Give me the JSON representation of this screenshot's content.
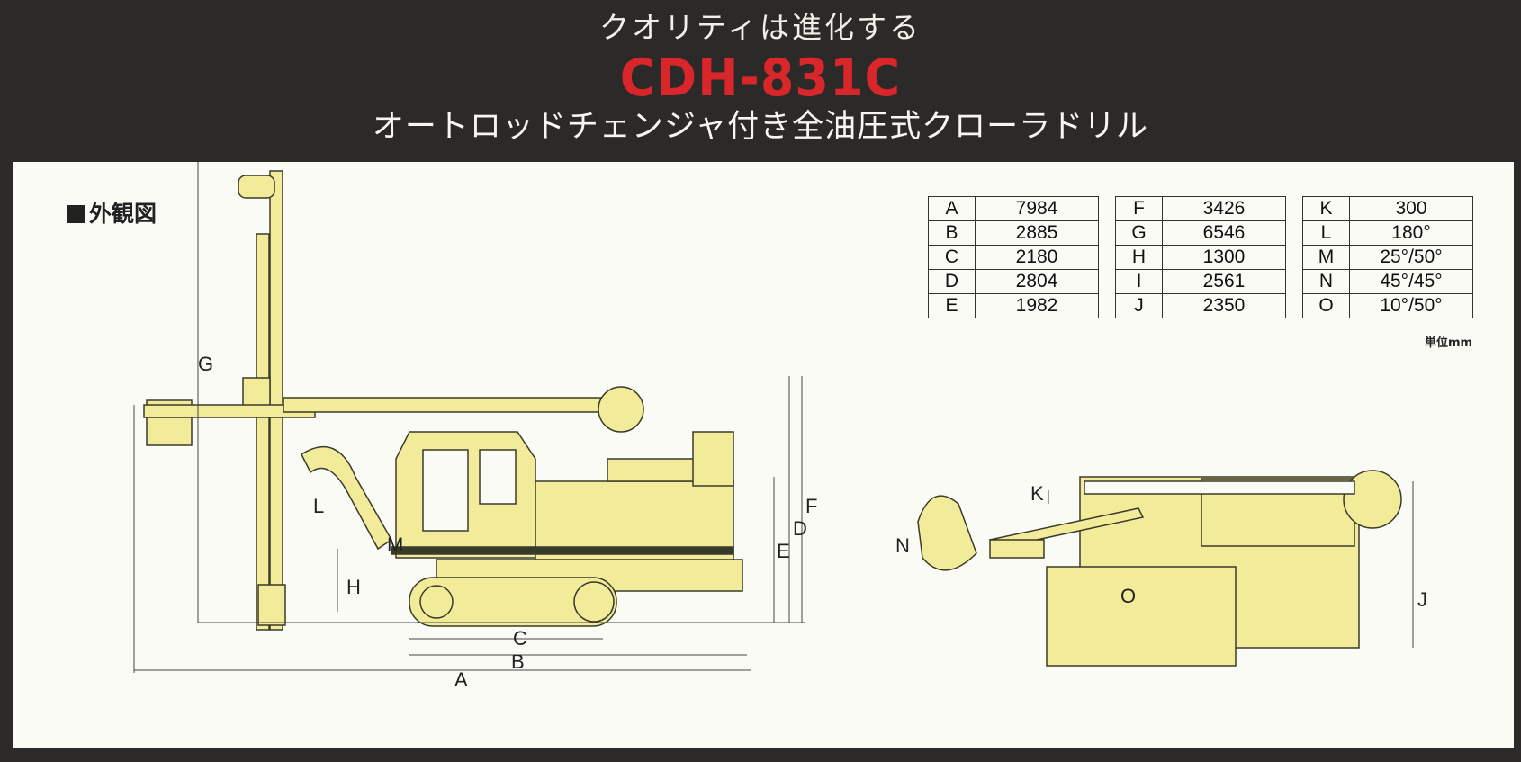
{
  "header": {
    "tagline": "クオリティは進化する",
    "model": "CDH-831C",
    "subtitle": "オートロッドチェンジャ付き全油圧式クローラドリル"
  },
  "section": {
    "title": "外観図"
  },
  "spec_tables": [
    [
      {
        "key": "A",
        "value": "7984"
      },
      {
        "key": "B",
        "value": "2885"
      },
      {
        "key": "C",
        "value": "2180"
      },
      {
        "key": "D",
        "value": "2804"
      },
      {
        "key": "E",
        "value": "1982"
      }
    ],
    [
      {
        "key": "F",
        "value": "3426"
      },
      {
        "key": "G",
        "value": "6546"
      },
      {
        "key": "H",
        "value": "1300"
      },
      {
        "key": "I",
        "value": "2561"
      },
      {
        "key": "J",
        "value": "2350"
      }
    ],
    [
      {
        "key": "K",
        "value": "300"
      },
      {
        "key": "L",
        "value": "180°"
      },
      {
        "key": "M",
        "value": "25°/50°"
      },
      {
        "key": "N",
        "value": "45°/45°"
      },
      {
        "key": "O",
        "value": "10°/50°"
      }
    ]
  ],
  "unit_note": "単位mm",
  "diagram_labels": {
    "A": "A",
    "B": "B",
    "C": "C",
    "D": "D",
    "E": "E",
    "F": "F",
    "G": "G",
    "H": "H",
    "J": "J",
    "K": "K",
    "L": "L",
    "M": "M",
    "N": "N",
    "O": "O"
  },
  "colors": {
    "machine": "#f2ec9a",
    "outline": "#3a3a2a",
    "model_red": "#d8262b",
    "background": "#2b2a29",
    "panel": "#fbfbf6"
  }
}
